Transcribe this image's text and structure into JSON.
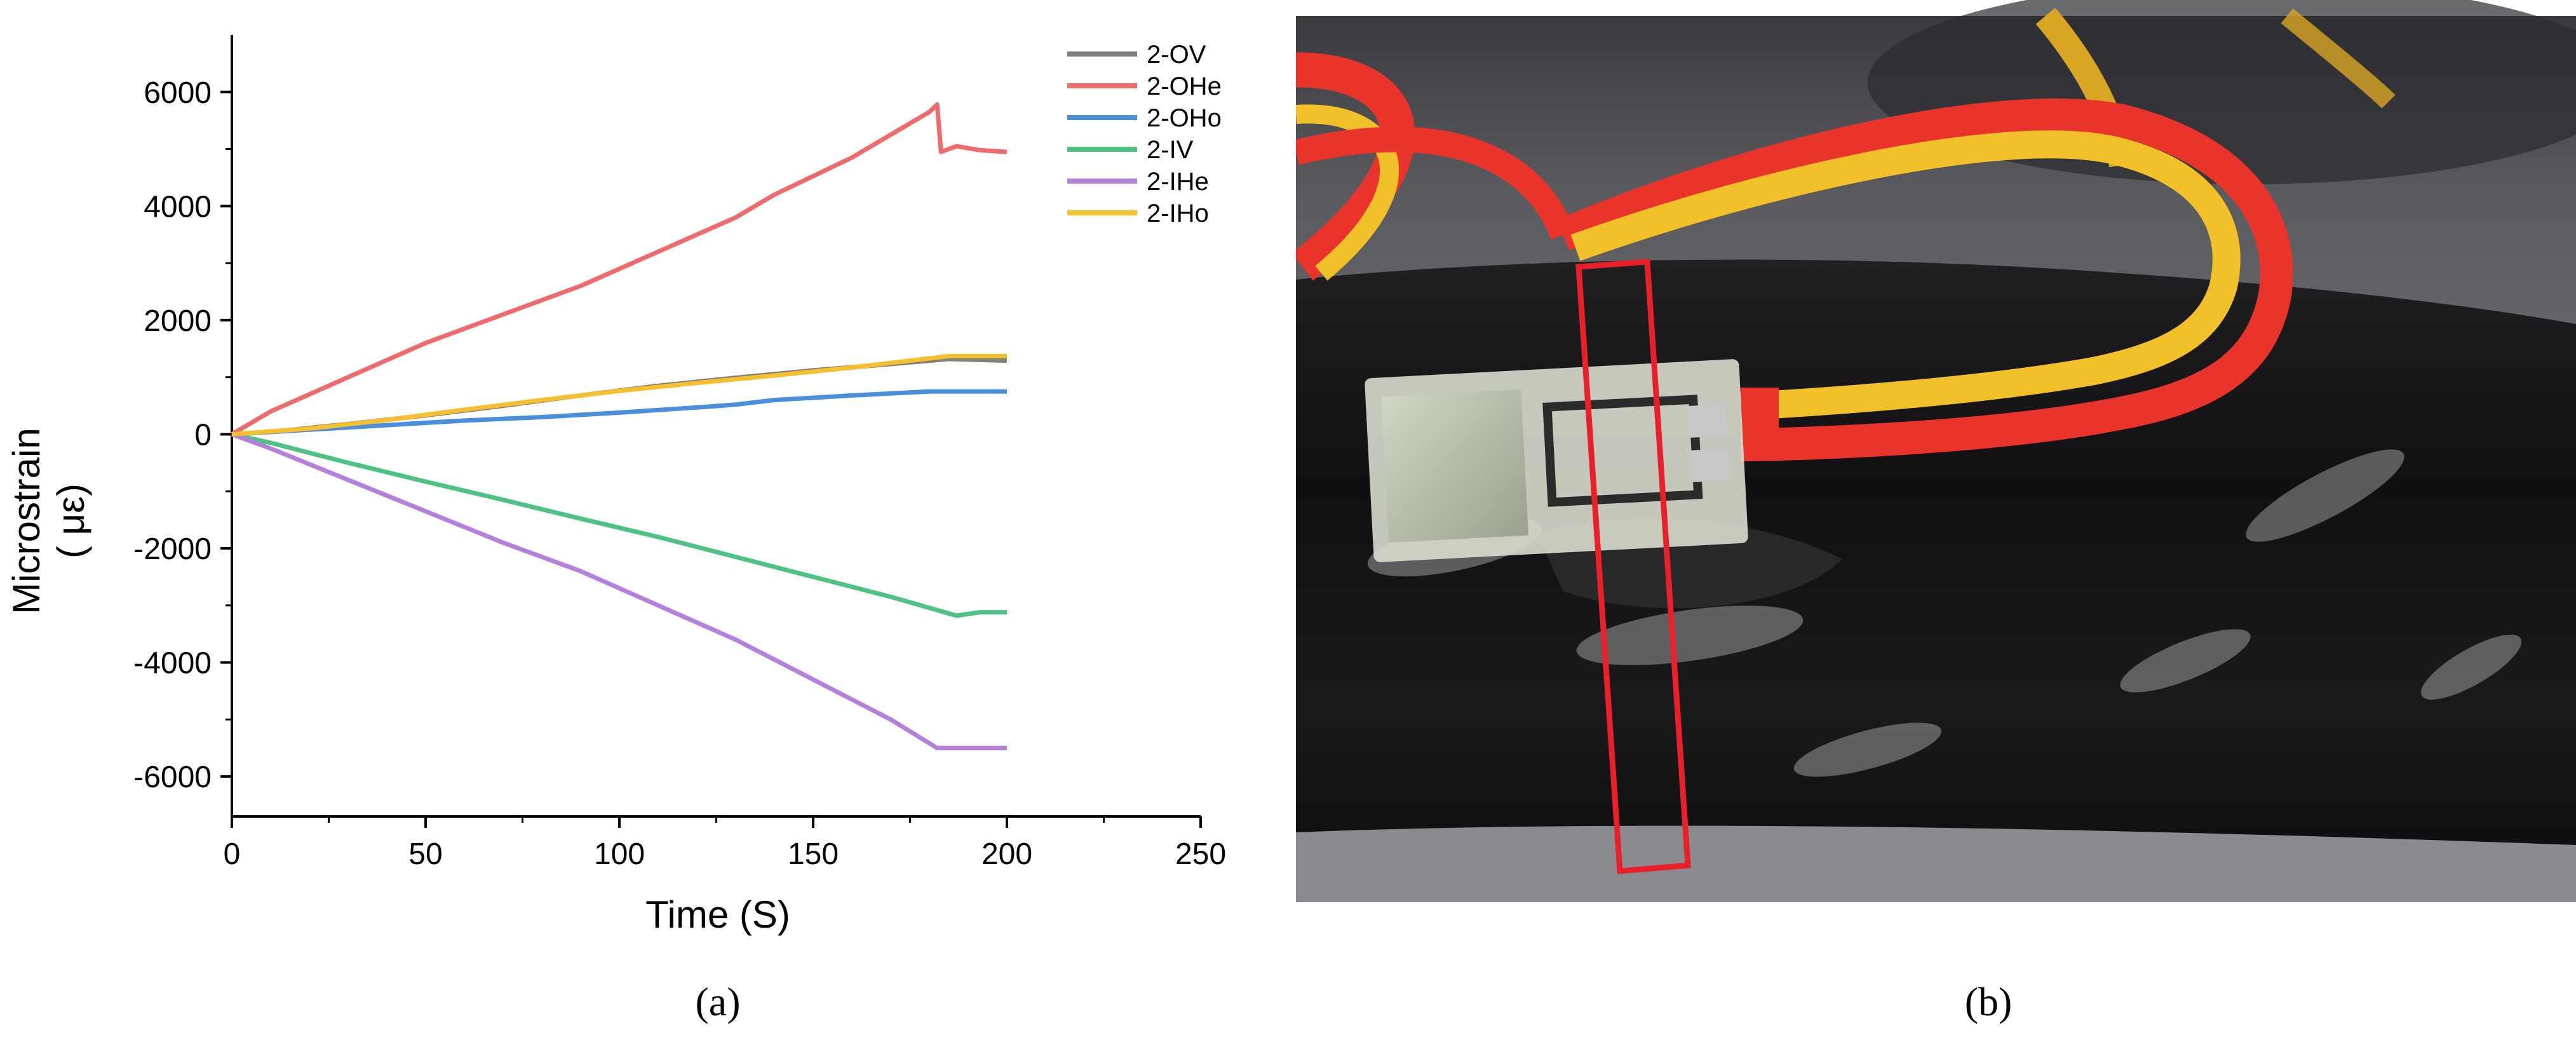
{
  "chart_data": {
    "type": "line",
    "xlabel": "Time (S)",
    "ylabel_line1": "Microstrain",
    "ylabel_line2": "( με)",
    "xlim": [
      0,
      250
    ],
    "ylim": [
      -6700,
      7000
    ],
    "xticks": [
      0,
      50,
      100,
      150,
      200,
      250
    ],
    "yticks": [
      -6000,
      -4000,
      -2000,
      0,
      2000,
      4000,
      6000
    ],
    "grid": false,
    "legend_position": "top-right",
    "series": [
      {
        "name": "2-OV",
        "color": "#7f7f7f",
        "x": [
          0,
          10,
          30,
          50,
          70,
          90,
          110,
          130,
          150,
          170,
          185,
          200
        ],
        "y": [
          0,
          40,
          180,
          330,
          500,
          680,
          850,
          990,
          1120,
          1230,
          1320,
          1290
        ]
      },
      {
        "name": "2-OHe",
        "color": "#ef6b6b",
        "x": [
          0,
          10,
          30,
          50,
          70,
          90,
          110,
          130,
          140,
          160,
          180,
          182,
          183,
          187,
          193,
          200
        ],
        "y": [
          0,
          400,
          1000,
          1600,
          2100,
          2600,
          3200,
          3800,
          4200,
          4850,
          5650,
          5780,
          4950,
          5050,
          4980,
          4950
        ]
      },
      {
        "name": "2-OHo",
        "color": "#4a8ede",
        "x": [
          0,
          20,
          40,
          60,
          80,
          100,
          120,
          130,
          140,
          160,
          180,
          200
        ],
        "y": [
          0,
          80,
          160,
          240,
          300,
          380,
          470,
          520,
          600,
          680,
          750,
          750
        ]
      },
      {
        "name": "2-IV",
        "color": "#4dc283",
        "x": [
          0,
          10,
          30,
          50,
          70,
          90,
          110,
          130,
          150,
          170,
          187,
          193,
          200
        ],
        "y": [
          0,
          -150,
          -500,
          -830,
          -1150,
          -1480,
          -1800,
          -2150,
          -2500,
          -2850,
          -3180,
          -3120,
          -3120
        ]
      },
      {
        "name": "2-IHe",
        "color": "#b57fdc",
        "x": [
          0,
          10,
          30,
          50,
          70,
          90,
          110,
          130,
          150,
          170,
          182,
          190,
          200
        ],
        "y": [
          0,
          -250,
          -800,
          -1350,
          -1900,
          -2400,
          -3000,
          -3600,
          -4300,
          -5000,
          -5500,
          -5500,
          -5500
        ]
      },
      {
        "name": "2-IHo",
        "color": "#f5bf2d",
        "x": [
          0,
          20,
          40,
          60,
          80,
          100,
          120,
          140,
          160,
          185,
          200
        ],
        "y": [
          0,
          100,
          250,
          430,
          600,
          760,
          900,
          1030,
          1170,
          1370,
          1370
        ]
      }
    ]
  },
  "captions": {
    "a": "(a)",
    "b": "(b)"
  },
  "photo": {
    "highlight_color": "#e8202a"
  }
}
